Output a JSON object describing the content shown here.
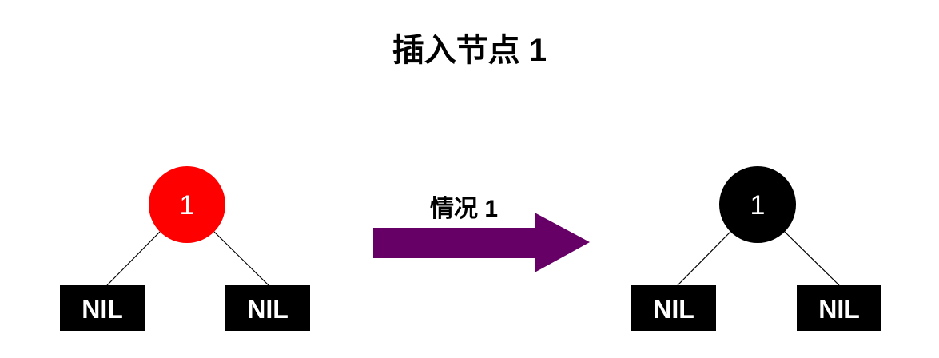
{
  "title": "插入节点 1",
  "transition": {
    "label": "情况 1",
    "arrow_color": "#660066"
  },
  "before": {
    "root": {
      "value": "1",
      "color": "#ff0000",
      "text_color": "#ffffff"
    },
    "left_leaf": {
      "label": "NIL",
      "color": "#000000"
    },
    "right_leaf": {
      "label": "NIL",
      "color": "#000000"
    }
  },
  "after": {
    "root": {
      "value": "1",
      "color": "#000000",
      "text_color": "#ffffff"
    },
    "left_leaf": {
      "label": "NIL",
      "color": "#000000"
    },
    "right_leaf": {
      "label": "NIL",
      "color": "#000000"
    }
  }
}
